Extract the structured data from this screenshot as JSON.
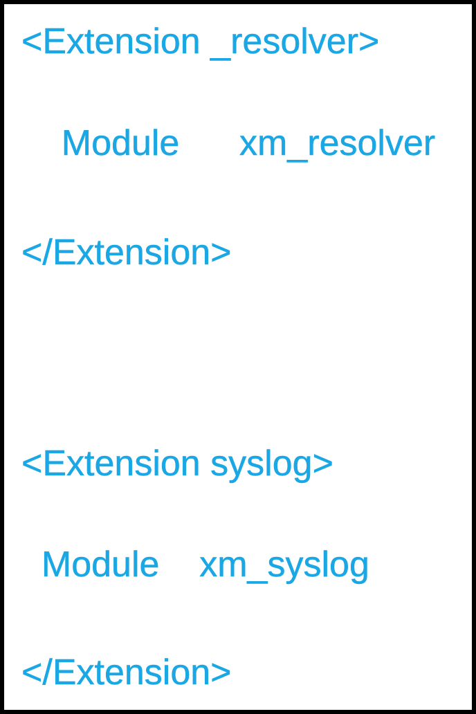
{
  "config_snippet": {
    "text_color": "#1aa7e4",
    "background_color": "#ffffff",
    "border_color": "#000000",
    "lines": [
      {
        "text": "<Extension _resolver>"
      },
      {
        "text": "    Module      xm_resolver"
      },
      {
        "text": "</Extension>"
      },
      {
        "text": "<Extension syslog>"
      },
      {
        "text": "  Module    xm_syslog"
      },
      {
        "text": "</Extension>"
      }
    ]
  }
}
